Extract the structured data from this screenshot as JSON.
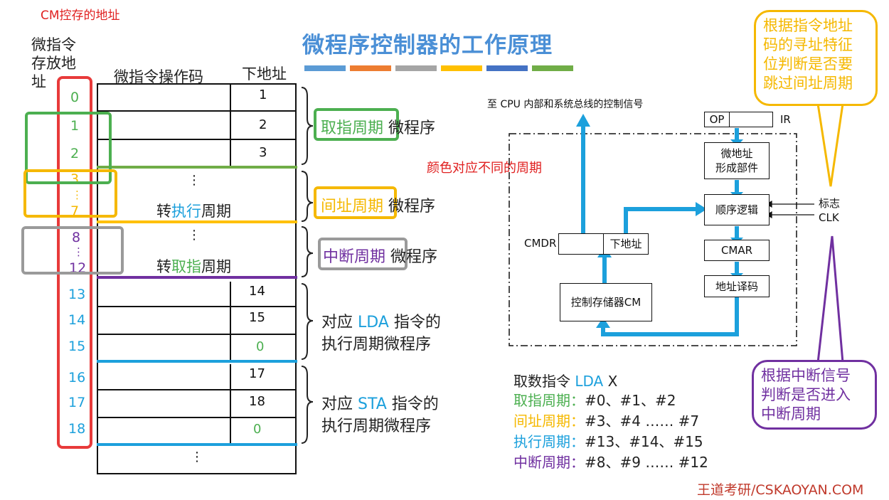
{
  "title": "微程序控制器的工作原理",
  "cm_address_label": "CM控存的地址",
  "color_bar": [
    "#5b9bd5",
    "#ed7d31",
    "#a5a5a5",
    "#ffc000",
    "#4472c4",
    "#70ad47"
  ],
  "table": {
    "header_address": "微指令\n存放地\n址",
    "header_opcode": "微指令操作码",
    "header_next": "下地址",
    "addresses": [
      "0",
      "1",
      "2",
      "3",
      "⋮",
      "7",
      "8",
      "⋮",
      "12",
      "13",
      "14",
      "15",
      "16",
      "17",
      "18"
    ],
    "next_addresses": [
      "1",
      "2",
      "3",
      "14",
      "15",
      "0",
      "17",
      "18",
      "0"
    ],
    "dots": "⋮",
    "goto_execute_prefix": "转",
    "goto_execute_highlight": "执行",
    "goto_execute_suffix": "周期",
    "goto_fetch_prefix": "转",
    "goto_fetch_highlight": "取指",
    "goto_fetch_suffix": "周期"
  },
  "subroutines": {
    "fetch_label": "取指周期",
    "fetch_suffix": "微程序",
    "indirect_label": "间址周期",
    "indirect_suffix": "微程序",
    "interrupt_label": "中断周期",
    "interrupt_suffix": "微程序",
    "lda_line1_prefix": "对应 ",
    "lda_line1_op": "LDA",
    "lda_line1_suffix": " 指令的",
    "lda_line2": "执行周期微程序",
    "sta_line1_prefix": "对应 ",
    "sta_line1_op": "STA",
    "sta_line1_suffix": " 指令的",
    "sta_line2": "执行周期微程序"
  },
  "color_note": "颜色对应不同的周期",
  "diagram": {
    "top_label": "至 CPU 内部和系统总线的控制信号",
    "op": "OP",
    "ir": "IR",
    "addr_gen": "微地址\n形成部件",
    "seq_logic": "顺序逻辑",
    "flag": "标志",
    "clk": "CLK",
    "cmdr": "CMDR",
    "next_addr": "下地址",
    "cmar": "CMAR",
    "decoder": "地址译码",
    "cm": "控制存储器CM"
  },
  "example": {
    "title_prefix": "取数指令 ",
    "title_op": "LDA",
    "title_suffix": " X",
    "fetch_label": "取指周期：",
    "fetch_vals": "#0、#1、#2",
    "indirect_label": "间址周期：",
    "indirect_vals": "#3、#4 …… #7",
    "execute_label": "执行周期：",
    "execute_vals": "#13、#14、#15",
    "interrupt_label": "中断周期：",
    "interrupt_vals": "#8、#9 …… #12"
  },
  "callout_top": "根据指令地址\n码的寻址特征\n位判断是否要\n跳过间址周期",
  "callout_bottom": "根据中断信号\n判断是否进入\n中断周期",
  "footer": "王道考研/CSKAOYAN.COM",
  "colors": {
    "green": "#4caf50",
    "orange": "#f5b800",
    "purple": "#7030a0",
    "blue": "#1ca0dc",
    "red": "#e83a3a",
    "gray": "#9a9a9a"
  }
}
